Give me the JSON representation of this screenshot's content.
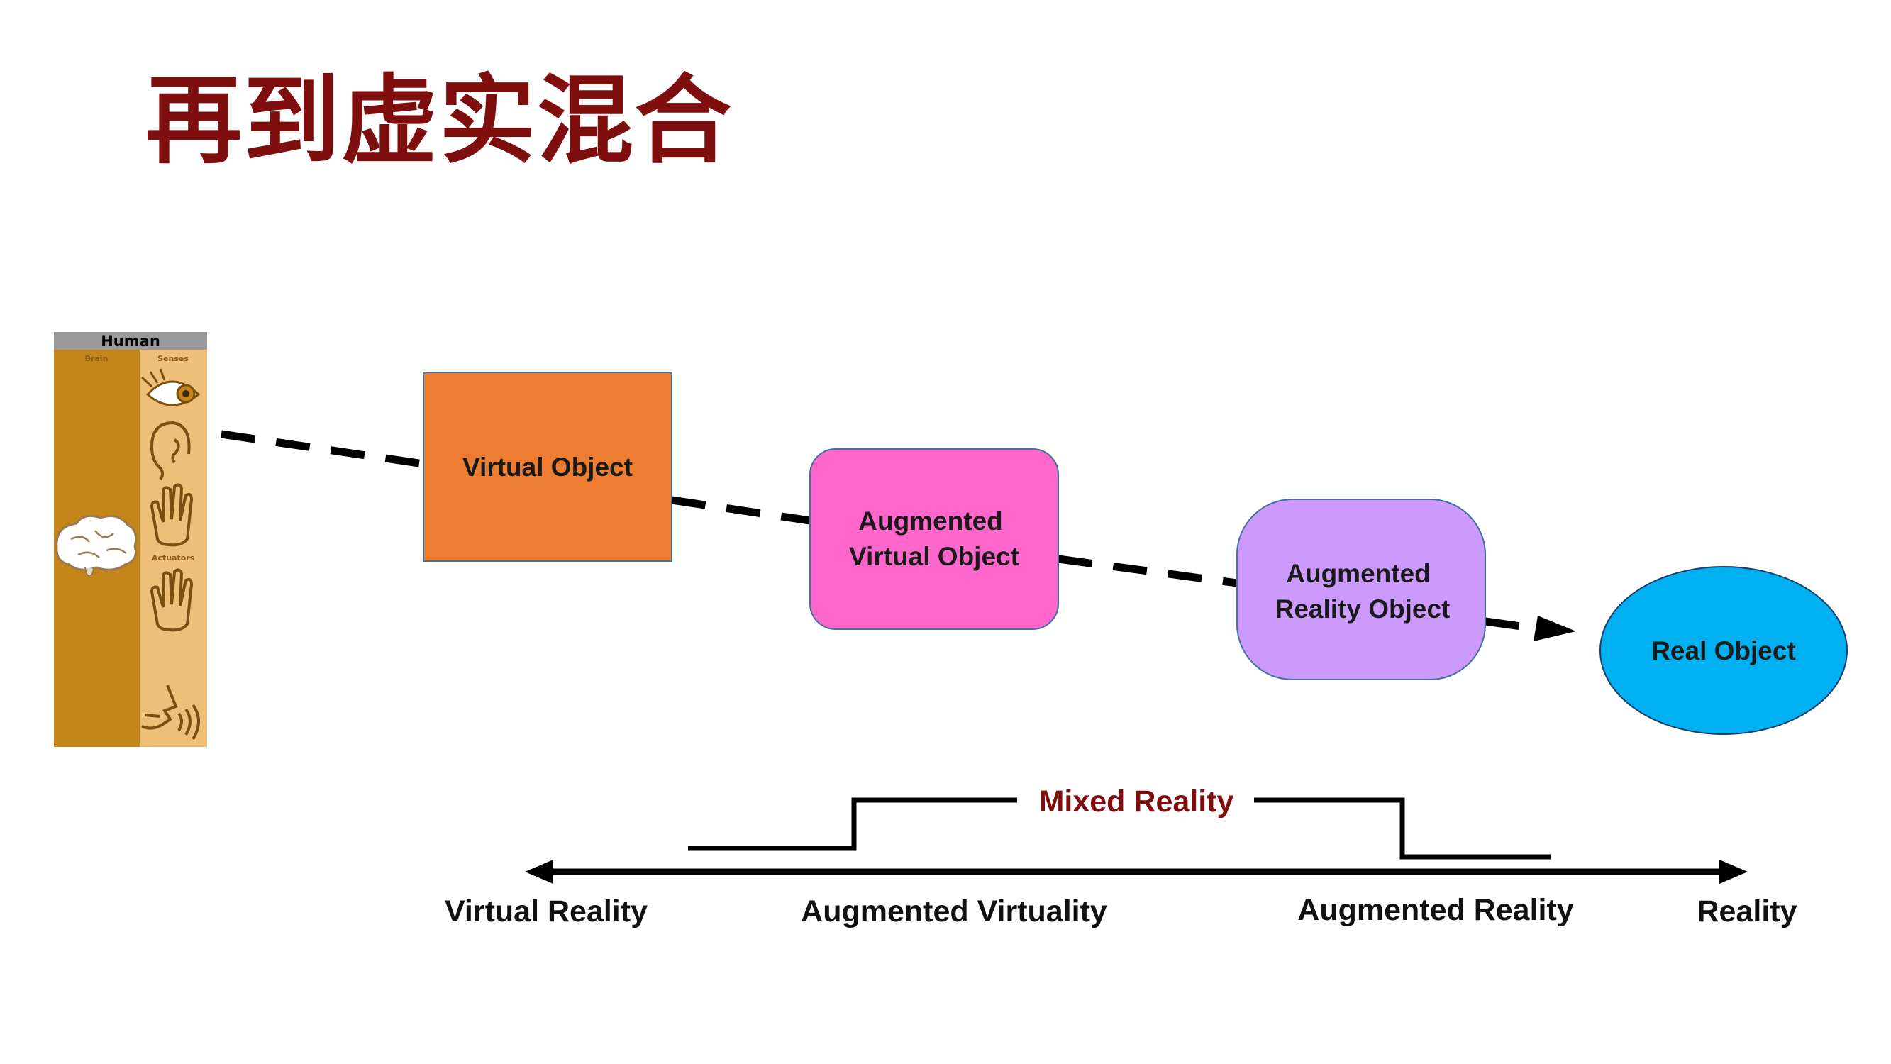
{
  "title": "再到虚实混合",
  "human_panel": {
    "title": "Human",
    "brain_label": "Brain",
    "senses_label": "Senses",
    "actuators_label": "Actuators",
    "colors": {
      "header": "#9a9a9a",
      "brain_column": "#c4851a",
      "senses_column": "#edbf78",
      "icon": "#7a5012"
    },
    "icons": [
      "eye-icon",
      "ear-icon",
      "hand-icon",
      "brain-icon",
      "hand-icon",
      "mouth-voice-icon"
    ]
  },
  "nodes": {
    "virtual_object": {
      "label": "Virtual Object",
      "color": "#ed7d31"
    },
    "augmented_virtual_object": {
      "line1": "Augmented",
      "line2": "Virtual Object",
      "color": "#ff66cc"
    },
    "augmented_reality_object": {
      "line1": "Augmented",
      "line2": "Reality Object",
      "color": "#cc99ff"
    },
    "real_object": {
      "label": "Real Object",
      "color": "#00b0f0"
    }
  },
  "continuum": {
    "mixed_reality_label": "Mixed Reality",
    "labels": [
      "Virtual Reality",
      "Augmented Virtuality",
      "Augmented Reality",
      "Reality"
    ]
  }
}
